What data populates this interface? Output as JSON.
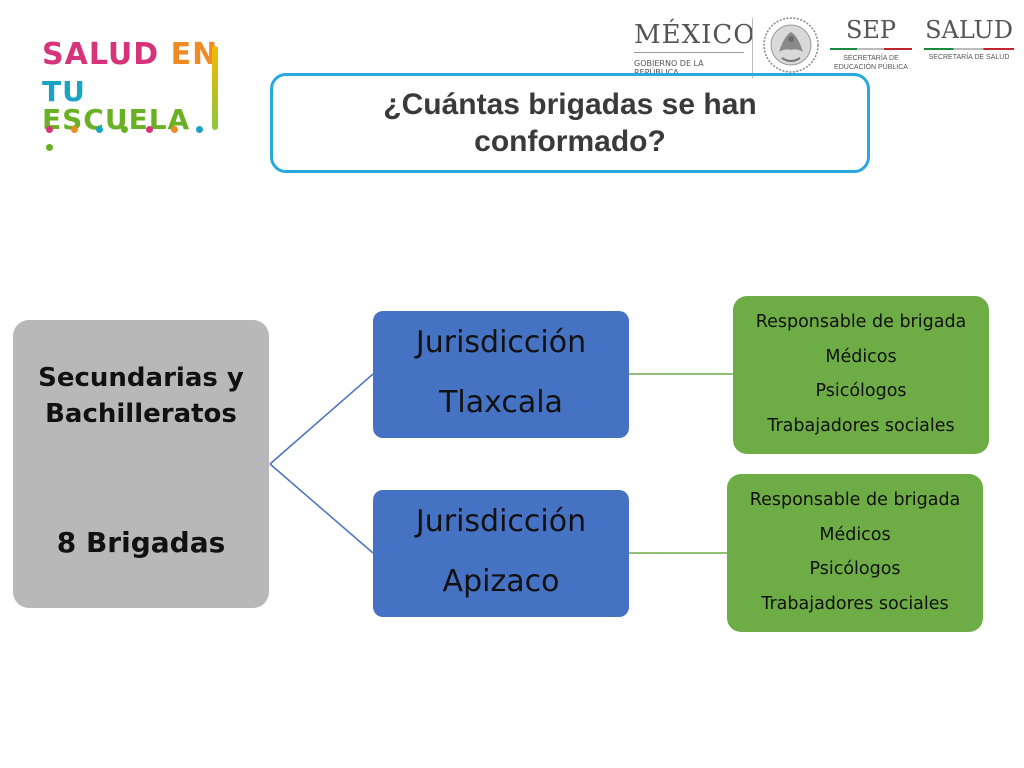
{
  "logo": {
    "word_salud": "SALUD",
    "word_en": "EN",
    "word_tu": "TU",
    "word_escuela": "ESCUELA",
    "dot_colors": [
      "#d6337a",
      "#f08a24",
      "#1aa3c4",
      "#6ab023",
      "#d6337a",
      "#f08a24",
      "#1aa3c4",
      "#6ab023"
    ]
  },
  "header": {
    "mexico": "MÉXICO",
    "mexico_sub": "GOBIERNO DE LA REPÚBLICA",
    "sep": "SEP",
    "sep_sub_1": "SECRETARÍA DE",
    "sep_sub_2": "EDUCACIÓN PÚBLICA",
    "salud": "SALUD",
    "salud_sub": "SECRETARÍA DE SALUD"
  },
  "title": "¿Cuántas brigadas se han conformado?",
  "diagram": {
    "root": {
      "line1": "Secundarias y",
      "line2": "Bachilleratos",
      "count": "8 Brigadas"
    },
    "branches": [
      {
        "line1": "Jurisdicción",
        "line2": "Tlaxcala",
        "items": [
          "Responsable de brigada",
          "Médicos",
          "Psicólogos",
          "Trabajadores sociales"
        ]
      },
      {
        "line1": "Jurisdicción",
        "line2": "Apizaco",
        "items": [
          "Responsable de brigada",
          "Médicos",
          "Psicólogos",
          "Trabajadores sociales"
        ]
      }
    ]
  },
  "colors": {
    "title_border": "#29a9e0",
    "root_fill": "#b8b8b8",
    "jurisdiction_fill": "#4672c4",
    "detail_fill": "#6eac46",
    "connector_root": "#4a72c0",
    "connector_detail": "#6eac46"
  }
}
